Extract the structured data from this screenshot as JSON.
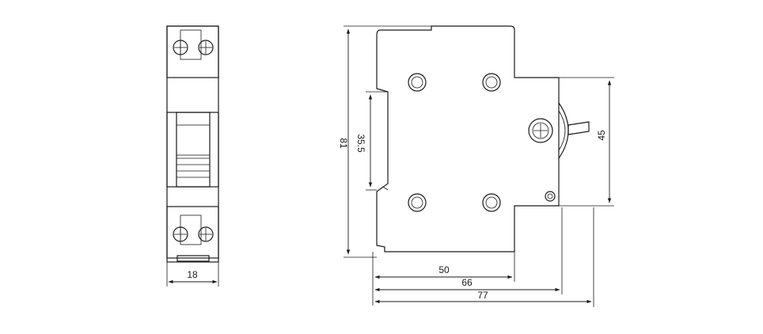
{
  "diagram": {
    "dimensions": {
      "front_width": "18",
      "height_total": "81",
      "din_rail": "35.5",
      "handle_height": "45",
      "depth_body": "50",
      "depth_handle": "66",
      "depth_total": "77"
    },
    "line_color": "#1a1a1a",
    "background": "#ffffff"
  }
}
